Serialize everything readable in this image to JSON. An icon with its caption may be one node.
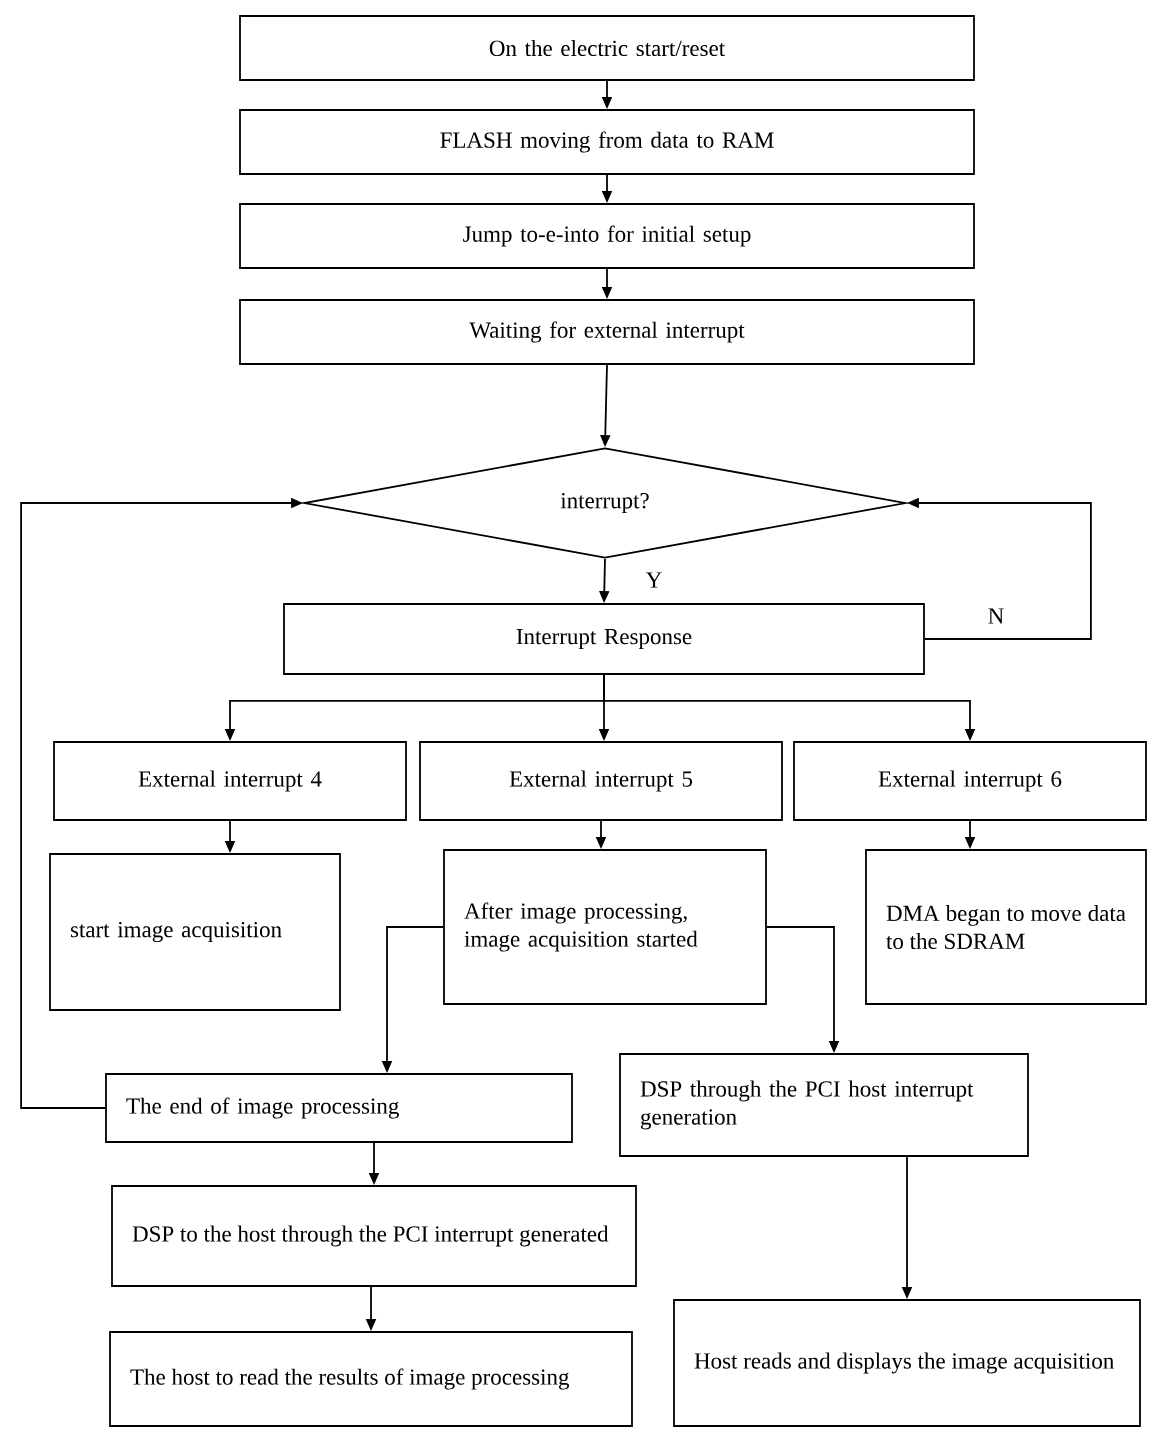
{
  "diagram": {
    "nodes": [
      {
        "text": [
          "On the electric start/reset"
        ]
      },
      {
        "text": [
          "FLASH moving from data to RAM"
        ]
      },
      {
        "text": [
          "Jump to-e-into for initial setup"
        ]
      },
      {
        "text": [
          "Waiting for external interrupt"
        ]
      },
      {
        "text": [
          "interrupt?"
        ]
      },
      {
        "text": [
          "Interrupt Response"
        ]
      },
      {
        "text": [
          "External interrupt 4"
        ]
      },
      {
        "text": [
          "External interrupt 5"
        ]
      },
      {
        "text": [
          "External interrupt 6"
        ]
      },
      {
        "text": [
          "start image acquisition"
        ]
      },
      {
        "text": [
          "After image processing, image acquisition started"
        ]
      },
      {
        "text": [
          "DMA began to move data to the SDRAM"
        ]
      },
      {
        "text": [
          "The end of image processing"
        ]
      },
      {
        "text": [
          "DSP through the PCI host interrupt generation"
        ]
      },
      {
        "text": [
          "DSP to the host through the PCI interrupt generated"
        ]
      },
      {
        "text": [
          "The host to read the results of image processing"
        ]
      },
      {
        "text": [
          "Host reads and displays the image acquisition"
        ]
      }
    ],
    "edges": [
      {
        "from": 0,
        "to": 1,
        "arrow": "to"
      },
      {
        "from": 1,
        "to": 2,
        "arrow": "to"
      },
      {
        "from": 2,
        "to": 3,
        "arrow": "to"
      },
      {
        "from": 3,
        "to": 4,
        "arrow": "to"
      },
      {
        "from": 4,
        "to": 5,
        "arrow": "to",
        "label": "Y"
      },
      {
        "from": 5,
        "to": 4,
        "arrow": "to",
        "label": "N"
      },
      {
        "from": 5,
        "to": 6,
        "arrow": "to"
      },
      {
        "from": 5,
        "to": 7,
        "arrow": "to"
      },
      {
        "from": 5,
        "to": 8,
        "arrow": "to"
      },
      {
        "from": 6,
        "to": 9,
        "arrow": "to"
      },
      {
        "from": 7,
        "to": 10,
        "arrow": "to"
      },
      {
        "from": 8,
        "to": 11,
        "arrow": "to"
      },
      {
        "from": 10,
        "to": 12,
        "arrow": "to"
      },
      {
        "from": 10,
        "to": 13,
        "arrow": "to"
      },
      {
        "from": 12,
        "to": 4,
        "arrow": "to"
      },
      {
        "from": 12,
        "to": 14,
        "arrow": "to"
      },
      {
        "from": 14,
        "to": 15,
        "arrow": "to"
      },
      {
        "from": 13,
        "to": 16,
        "arrow": "to"
      }
    ]
  }
}
